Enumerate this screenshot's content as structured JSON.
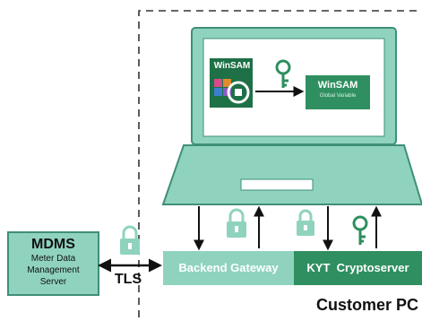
{
  "mdms": {
    "title": "MDMS",
    "lines": [
      "Meter Data",
      "Management",
      "Server"
    ]
  },
  "tls_label": "TLS",
  "backend_gateway": "Backend Gateway",
  "kyt_cryptoserver": "KYT  Cryptoserver",
  "customer_pc": "Customer PC",
  "screen": {
    "winsam_logo_text": "WinSAM",
    "winsam_box_title": "WinSAM",
    "winsam_box_subtitle": "Global Variable"
  },
  "colors": {
    "mint": "#8fd3bf",
    "mint_dark": "#3f8f78",
    "green": "#2f8f60",
    "green_dark": "#1e7046",
    "teal_box": "#4aa986",
    "border": "#3a7a5c",
    "screen_bg": "#ffffff",
    "dashed": "#333333"
  },
  "icons": [
    "lock-icon",
    "key-icon",
    "arrow-icon",
    "winsam-logo-icon"
  ]
}
